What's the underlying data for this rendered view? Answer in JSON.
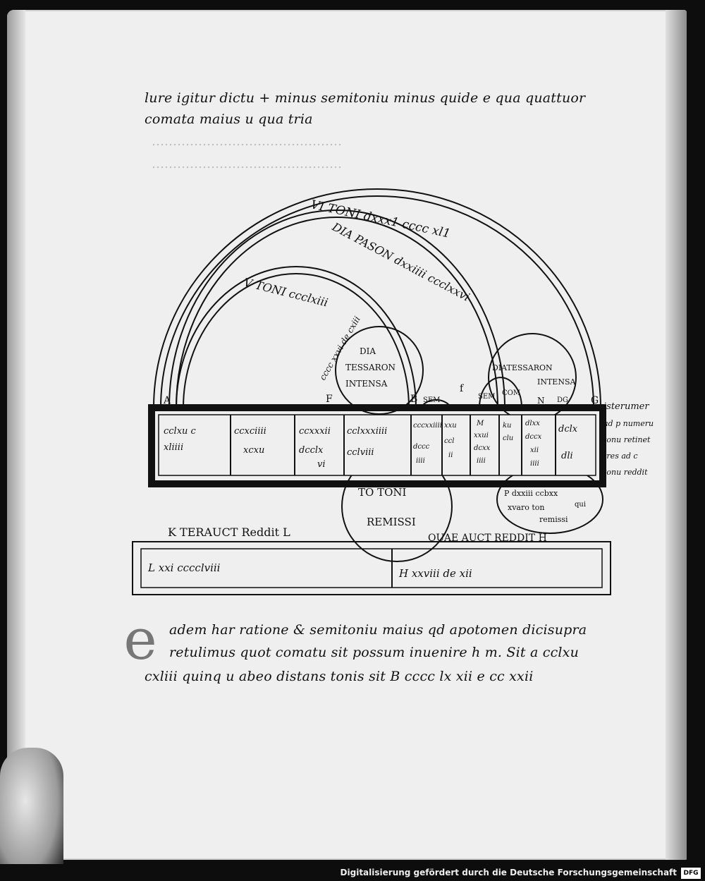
{
  "text_lines": [
    "lure igitur dictu + minus semitoniu minus quide e qua quattuor",
    "comata maius u qua tria"
  ],
  "lower_lines": [
    "adem har ratione & semitoniu maius qd apotomen dicisupra",
    "retulimus quot comatu sit possum inuenire h m. Sit a cclxu",
    "cxliii quinq u abeo distans tonis sit B cccc lx xii e cc xxii"
  ],
  "initial_letter": "e",
  "arcs": {
    "outer": "VI TONI dxxx1 cccc xl1",
    "middle": "DIA PASON dxxiiii ccclxxvi",
    "inner": "V TONI ccclxiii",
    "inner2": "cccc xxvi de cxiii",
    "diatessaron_intensa": [
      "DIA",
      "TESSARON",
      "INTENSA"
    ],
    "diatessaron_right": [
      "DIATESSARON",
      "INTENSA"
    ],
    "sem_left": "SEM",
    "sem_right": "SEM",
    "com": "COM",
    "dg": "DG"
  },
  "letters": {
    "A": "A",
    "F": "F",
    "B": "B",
    "f": "f",
    "N": "N",
    "G": "G"
  },
  "table_cells": [
    [
      "cclxu c",
      "xliiii"
    ],
    [
      "ccxciiii",
      "xcxu"
    ],
    [
      "ccxxxii",
      "dcclx",
      "vi"
    ],
    [
      "cclxxxiiii",
      "cclviii"
    ],
    [
      "cccxxiiii",
      "dccc",
      "iiii"
    ],
    [
      "xxu",
      "ccl",
      "ii"
    ],
    [
      "M",
      "xxui",
      "dcxx",
      "iiii"
    ],
    [
      "ku",
      "clu"
    ],
    [
      "dlxx",
      "dccx",
      "xii",
      "iiii"
    ],
    [
      "dclx",
      "dli"
    ]
  ],
  "side_note": [
    "isterumer",
    "ad p numeru",
    "tonu retinet",
    "tres ad c",
    "tonu reddit"
  ],
  "lower_circles": {
    "left": [
      "TO TONI",
      "REMISSI"
    ],
    "right": [
      "P dxxiii ccbxx",
      "xvaro ton",
      "remissi",
      "qui"
    ]
  },
  "k_label": "K TERAUCT Reddit L",
  "h_label": "QUAE AUCT REDDIT H",
  "box_left": "L xxi cccclviii",
  "box_right": "H xxviii de xii",
  "footer": "Digitalisierung gefördert durch die Deutsche Forschungsgemeinschaft",
  "footer_logo": "DFG"
}
